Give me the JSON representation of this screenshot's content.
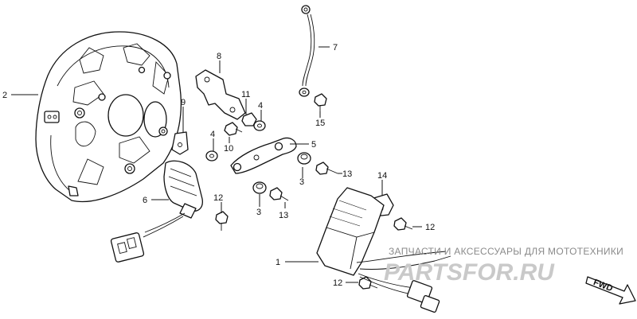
{
  "callouts": {
    "c1": "1",
    "c2": "2",
    "c3a": "3",
    "c3b": "3",
    "c4a": "4",
    "c4b": "4",
    "c5": "5",
    "c6": "6",
    "c7": "7",
    "c8": "8",
    "c9": "9",
    "c10": "10",
    "c11": "11",
    "c12a": "12",
    "c12b": "12",
    "c12c": "12",
    "c13a": "13",
    "c13b": "13",
    "c14": "14",
    "c15": "15"
  },
  "direction_arrow": {
    "label": "FWD"
  },
  "watermark": {
    "tagline": "ЗАПЧАСТИ И АКСЕССУАРЫ ДЛЯ МОТОТЕХНИКИ",
    "logo": "PARTSFOR.RU"
  }
}
